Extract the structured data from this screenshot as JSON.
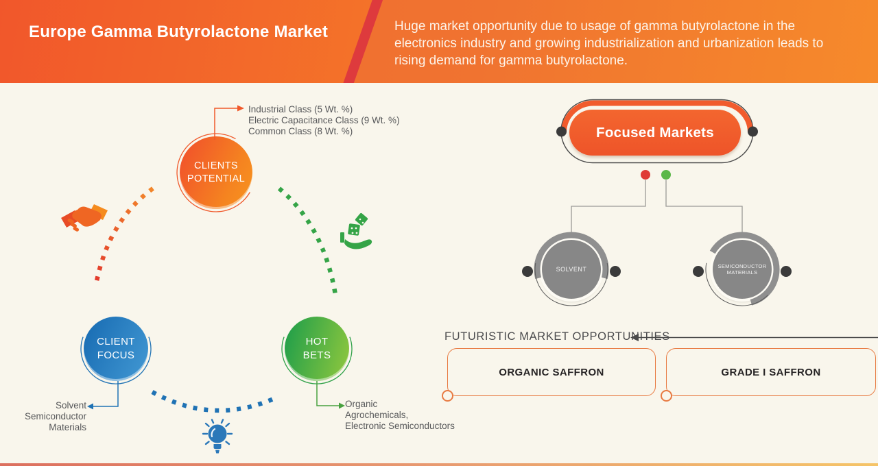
{
  "colors": {
    "header_orange_left": "#f1572b",
    "header_orange_right": "#f07330",
    "header_stripe_red": "#de3a3d",
    "background_cream": "#f9f6ec",
    "accent_orange": "#f15b2d",
    "accent_blue": "#1f72b4",
    "accent_green": "#35a447",
    "gray_node": "#878787",
    "text_dark_gray": "#57585a",
    "bottom_line_left": "#dc6f5e",
    "bottom_line_right": "#f5c468"
  },
  "header": {
    "title": "Europe Gamma Butyrolactone Market",
    "description": "Huge market opportunity due to usage of gamma butyrolactone in the electronics industry and growing industrialization and urbanization leads to rising demand for gamma butyrolactone."
  },
  "cycle": {
    "clients_potential": {
      "label_lines": [
        "CLIENTS",
        "POTENTIAL"
      ],
      "notes": [
        "Industrial Class (5 Wt. %)",
        "Electric Capacitance Class (9 Wt. %)",
        "Common Class (8 Wt. %)"
      ]
    },
    "client_focus": {
      "label_lines": [
        "CLIENT",
        "FOCUS"
      ],
      "notes": [
        "Solvent",
        "Semiconductor",
        "Materials"
      ]
    },
    "hot_bets": {
      "label_lines": [
        "HOT",
        "BETS"
      ],
      "notes": [
        "Organic",
        "Agrochemicals,",
        "Electronic Semiconductors"
      ]
    }
  },
  "focused_markets": {
    "title": "Focused Markets",
    "nodes": [
      {
        "lines": [
          "SOLVENT"
        ]
      },
      {
        "lines": [
          "SEMICONDUCTOR",
          "MATERIALS"
        ]
      }
    ]
  },
  "opportunities": {
    "heading": "FUTURISTIC MARKET OPPORTUNITIES",
    "boxes": [
      {
        "label": "ORGANIC SAFFRON"
      },
      {
        "label": "GRADE I SAFFRON"
      }
    ]
  },
  "icons": {
    "handshake_icon": "handshake (partnership)",
    "dice_hand_icon": "hand holding dice (hot bets)",
    "lightbulb_icon": "light bulb (idea)"
  }
}
